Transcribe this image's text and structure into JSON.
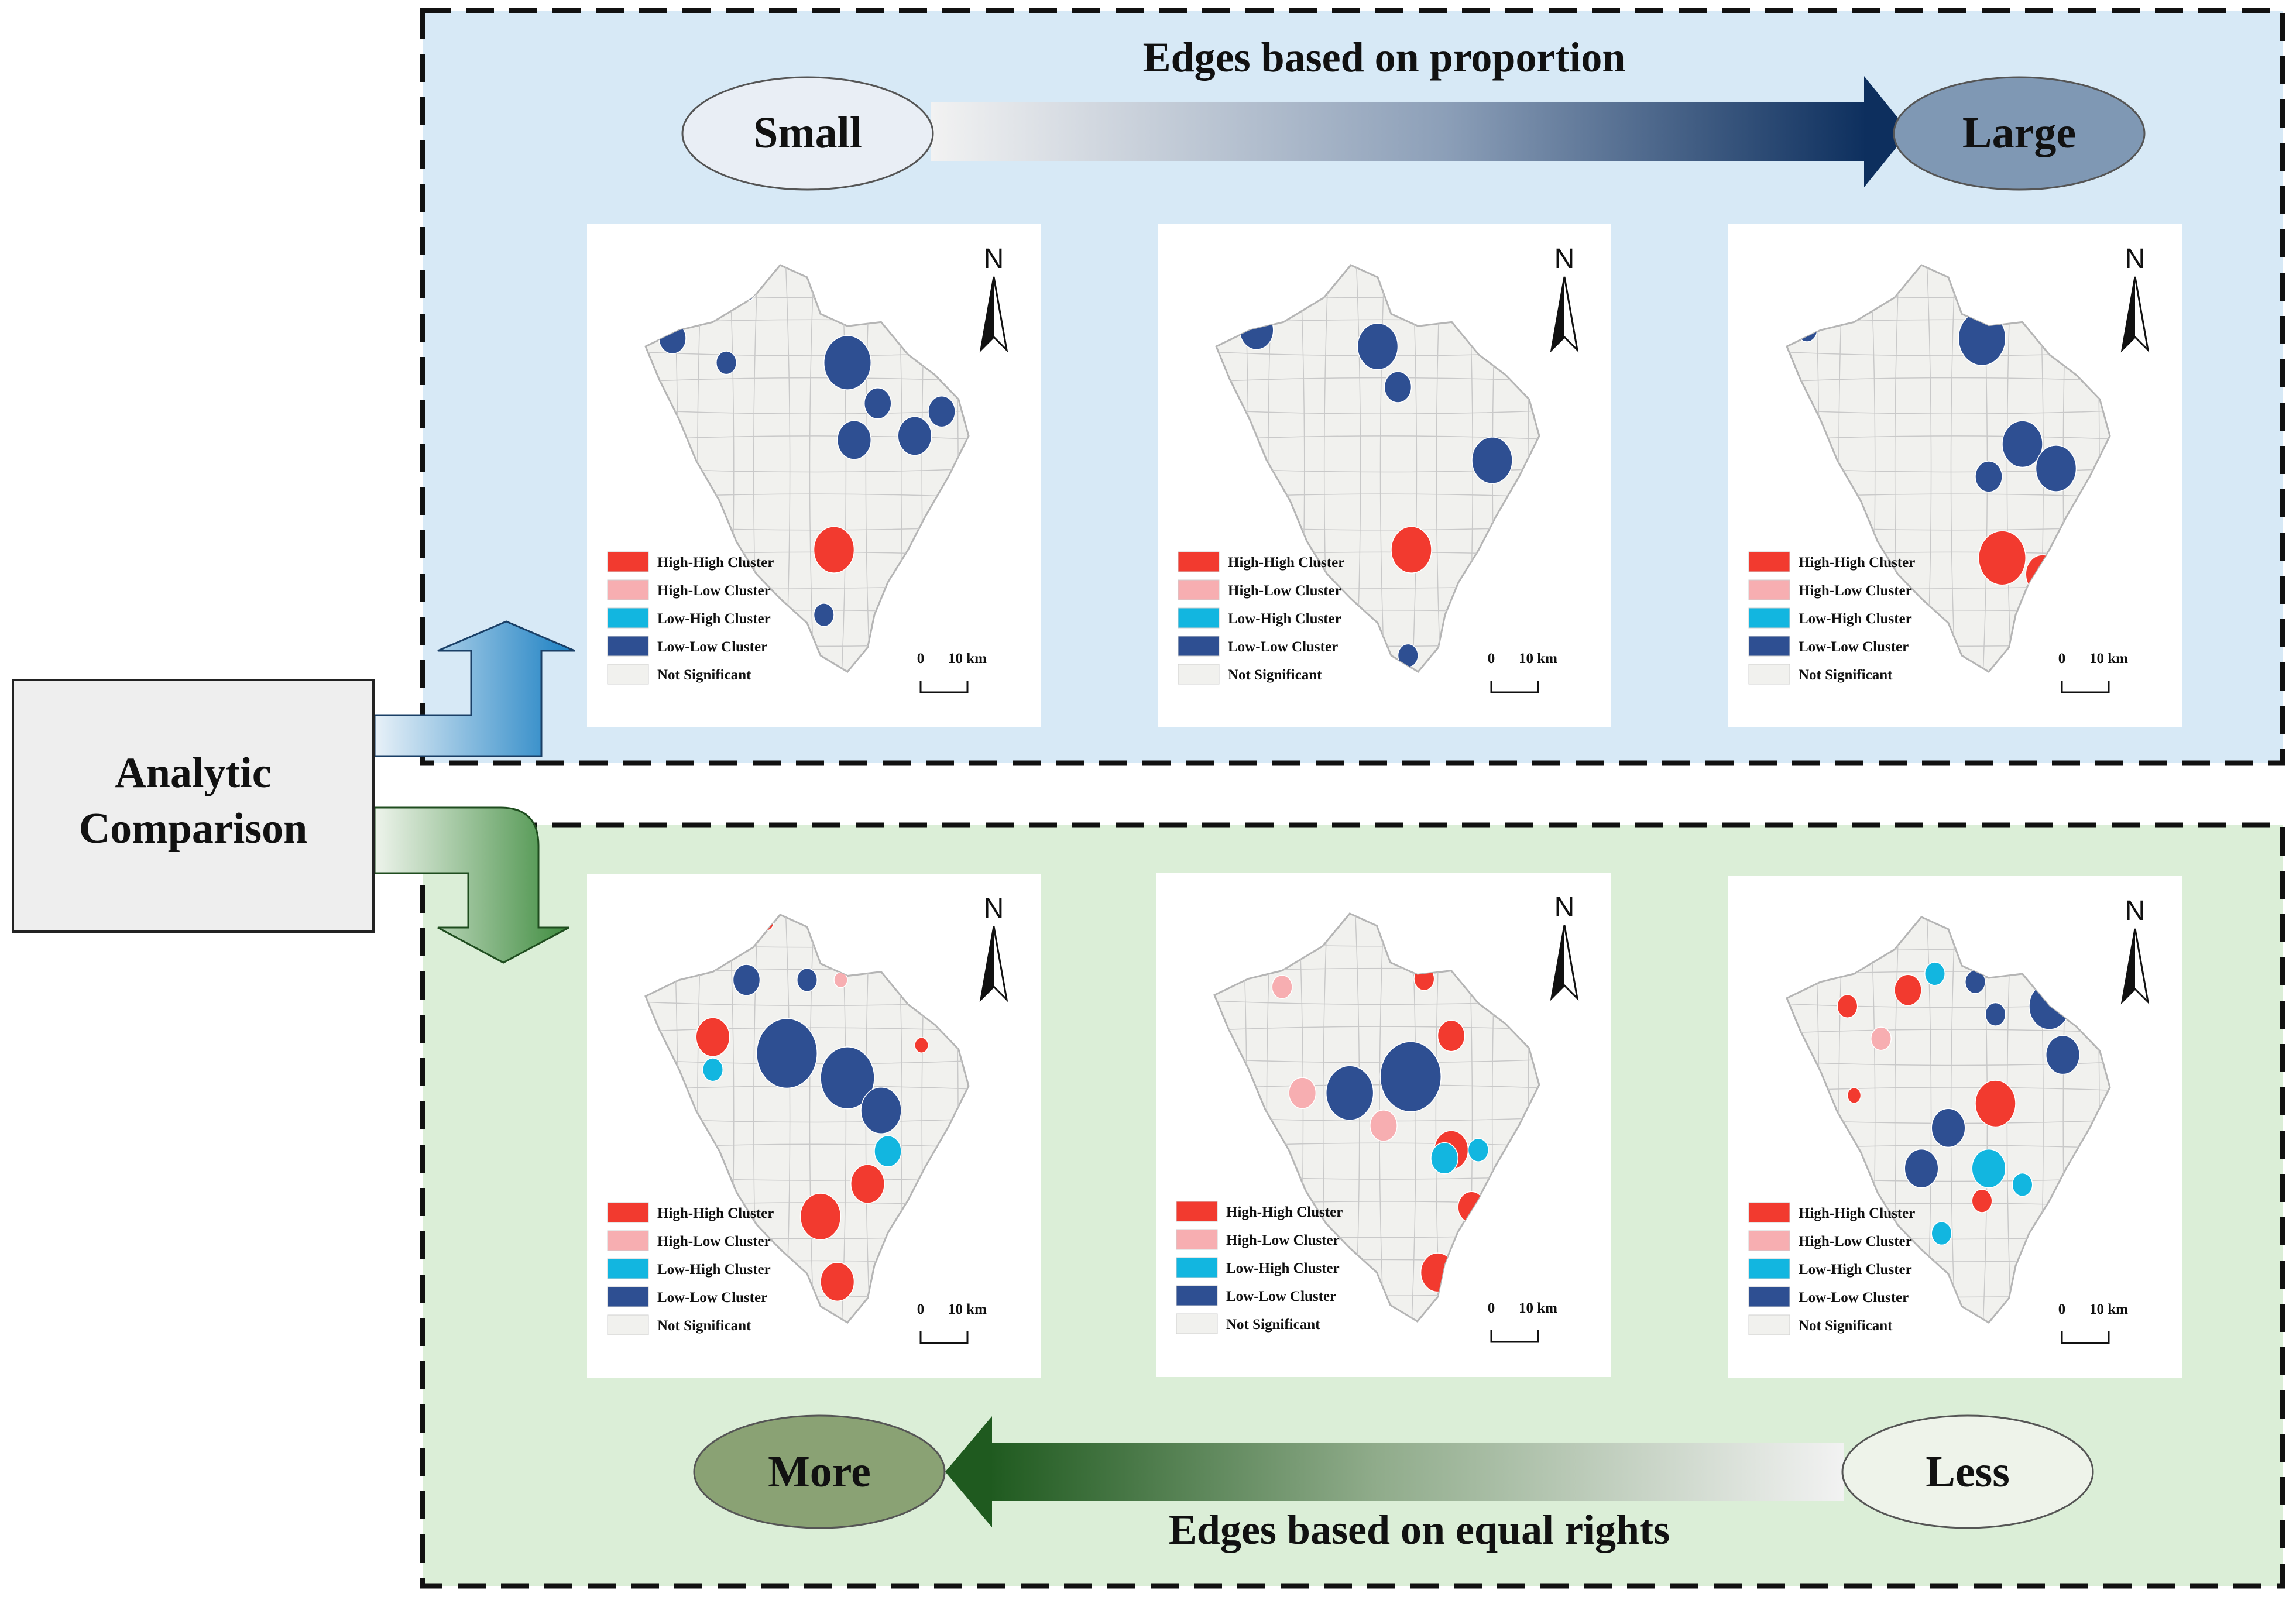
{
  "source_box": {
    "line1": "Analytic",
    "line2": "Comparison"
  },
  "top_panel": {
    "title": "Edges based on proportion",
    "start_label": "Small",
    "end_label": "Large",
    "background": "#d7e9f6",
    "arrow_color": "#0d2f5e"
  },
  "bottom_panel": {
    "title": "Edges based on equal rights",
    "start_label": "Less",
    "end_label": "More",
    "background": "#dbeed7",
    "arrow_color": "#1f5a1f"
  },
  "legend": {
    "items": [
      {
        "label": "High-High Cluster",
        "color": "#f23a2f"
      },
      {
        "label": "High-Low Cluster",
        "color": "#f7aeb1"
      },
      {
        "label": "Low-High Cluster",
        "color": "#12b6e0"
      },
      {
        "label": "Low-Low Cluster",
        "color": "#2e4f92"
      },
      {
        "label": "Not Significant",
        "color": "#f1f1ee"
      }
    ]
  },
  "map": {
    "north_label": "N",
    "scale_start": "0",
    "scale_end": "10 km"
  },
  "maps": [
    {
      "panel": "top",
      "position": 1
    },
    {
      "panel": "top",
      "position": 2
    },
    {
      "panel": "top",
      "position": 3
    },
    {
      "panel": "bottom",
      "position": 1
    },
    {
      "panel": "bottom",
      "position": 2
    },
    {
      "panel": "bottom",
      "position": 3
    }
  ]
}
